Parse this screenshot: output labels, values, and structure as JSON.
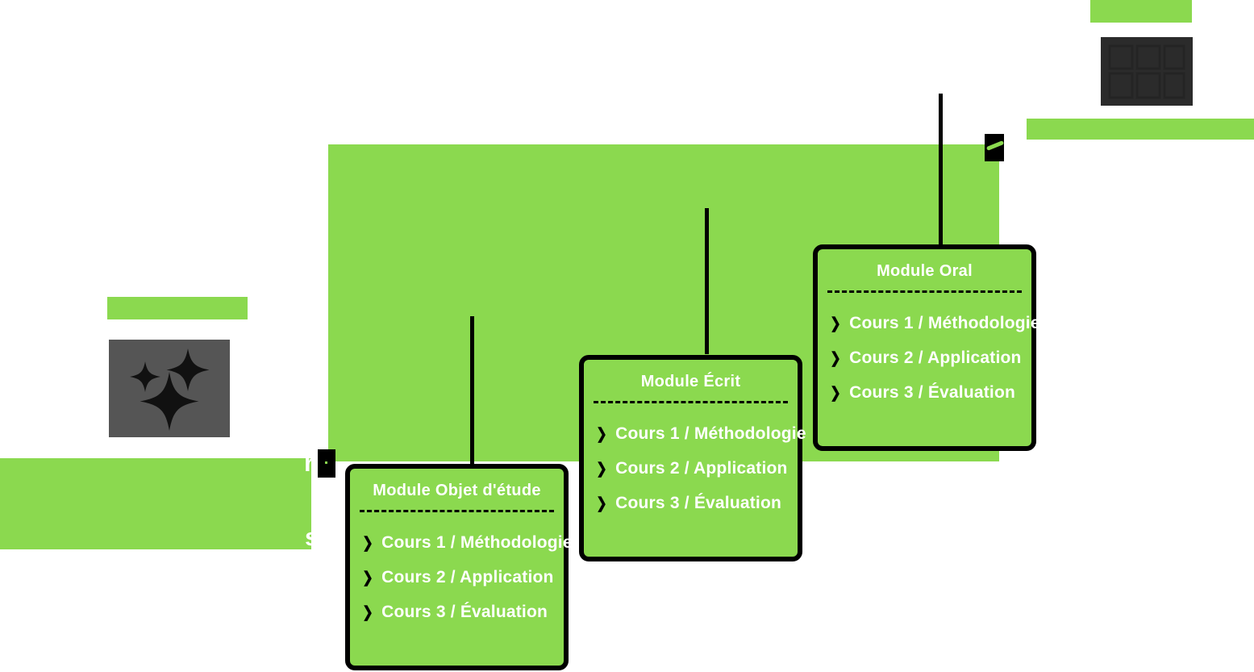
{
  "page": {
    "background_color": "#ffffff",
    "accent_green": "#8bd94f",
    "line_color": "#000000",
    "text_color": "#ffffff"
  },
  "modules": [
    {
      "id": "module-objet-detude",
      "title": "Module Objet d'étude",
      "items": [
        "Cours 1 / Méthodologie",
        "Cours 2 / Application",
        "Cours 3 / Évaluation"
      ]
    },
    {
      "id": "module-ecrit",
      "title": "Module Écrit",
      "items": [
        "Cours 1 / Méthodologie",
        "Cours 2 / Application",
        "Cours 3 / Évaluation"
      ]
    },
    {
      "id": "module-oral",
      "title": "Module Oral",
      "items": [
        "Cours 1 / Méthodologie",
        "Cours 2 / Application",
        "Cours 3 / Évaluation"
      ]
    }
  ],
  "bullet_glyph": "❯",
  "images": [
    {
      "id": "image-placeholder-left",
      "icon": "sparkles-icon"
    },
    {
      "id": "image-placeholder-right",
      "icon": "image-placeholder-icon"
    }
  ],
  "partial_text": {
    "left_fragment_r": "r",
    "left_fragment_s": "s"
  }
}
